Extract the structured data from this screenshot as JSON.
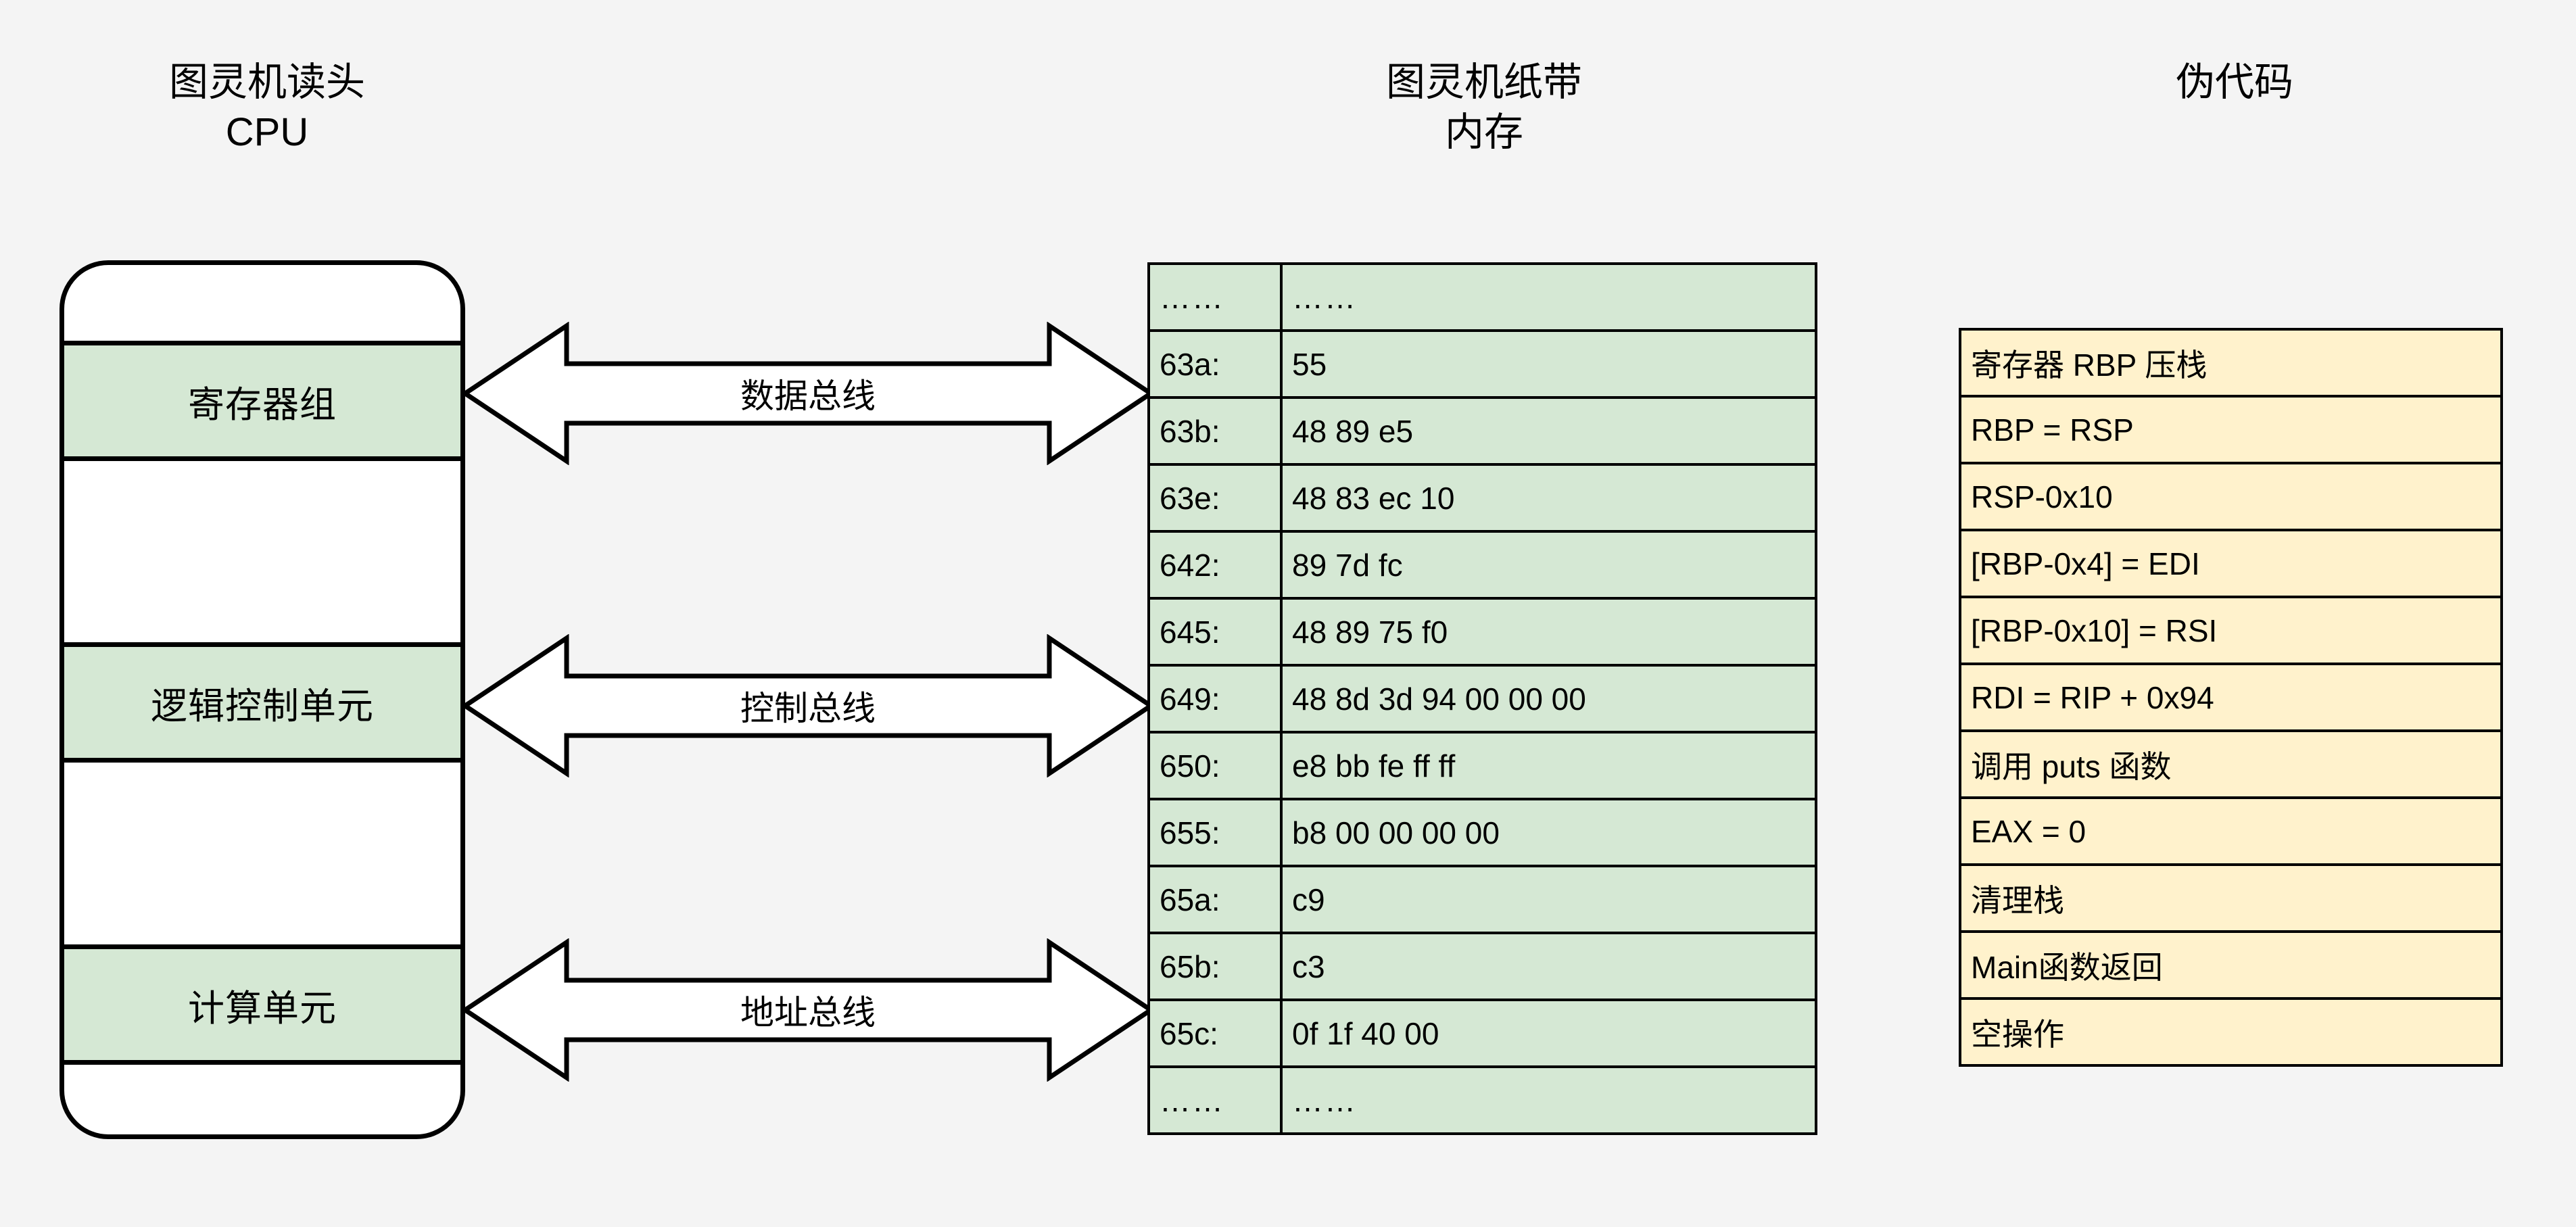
{
  "headers": {
    "cpu": {
      "line1": "图灵机读头",
      "line2": "CPU"
    },
    "memory": {
      "line1": "图灵机纸带",
      "line2": "内存"
    },
    "pseudo": {
      "line1": "伪代码",
      "line2": ""
    }
  },
  "cpu": {
    "bands": [
      {
        "label": "寄存器组"
      },
      {
        "label": "逻辑控制单元"
      },
      {
        "label": "计算单元"
      }
    ]
  },
  "buses": [
    {
      "label": "数据总线"
    },
    {
      "label": "控制总线"
    },
    {
      "label": "地址总线"
    }
  ],
  "memory": {
    "rows": [
      {
        "addr": "……",
        "bytes": "……"
      },
      {
        "addr": "63a:",
        "bytes": "55"
      },
      {
        "addr": "63b:",
        "bytes": "48 89 e5"
      },
      {
        "addr": "63e:",
        "bytes": "48 83 ec 10"
      },
      {
        "addr": "642:",
        "bytes": "89 7d fc"
      },
      {
        "addr": "645:",
        "bytes": "48 89 75 f0"
      },
      {
        "addr": "649:",
        "bytes": "48 8d 3d 94 00 00 00"
      },
      {
        "addr": "650:",
        "bytes": "e8 bb fe ff ff"
      },
      {
        "addr": "655:",
        "bytes": "b8 00 00 00 00"
      },
      {
        "addr": "65a:",
        "bytes": "c9"
      },
      {
        "addr": "65b:",
        "bytes": "c3"
      },
      {
        "addr": "65c:",
        "bytes": "0f 1f 40 00"
      },
      {
        "addr": "……",
        "bytes": "……"
      }
    ]
  },
  "pseudocode": {
    "rows": [
      {
        "text": "寄存器 RBP 压栈"
      },
      {
        "text": "RBP = RSP"
      },
      {
        "text": "RSP-0x10"
      },
      {
        "text": "[RBP-0x4] = EDI"
      },
      {
        "text": "[RBP-0x10] = RSI"
      },
      {
        "text": "RDI = RIP + 0x94"
      },
      {
        "text": "调用 puts 函数"
      },
      {
        "text": "EAX = 0"
      },
      {
        "text": "清理栈"
      },
      {
        "text": "Main函数返回"
      },
      {
        "text": "空操作"
      }
    ]
  },
  "colors": {
    "background": "#f4f4f4",
    "memory_fill": "#d5e8d4",
    "cpu_band_fill": "#d5e8d4",
    "pseudocode_fill": "#fff2cc",
    "stroke": "#000000",
    "arrow_fill": "#ffffff"
  }
}
